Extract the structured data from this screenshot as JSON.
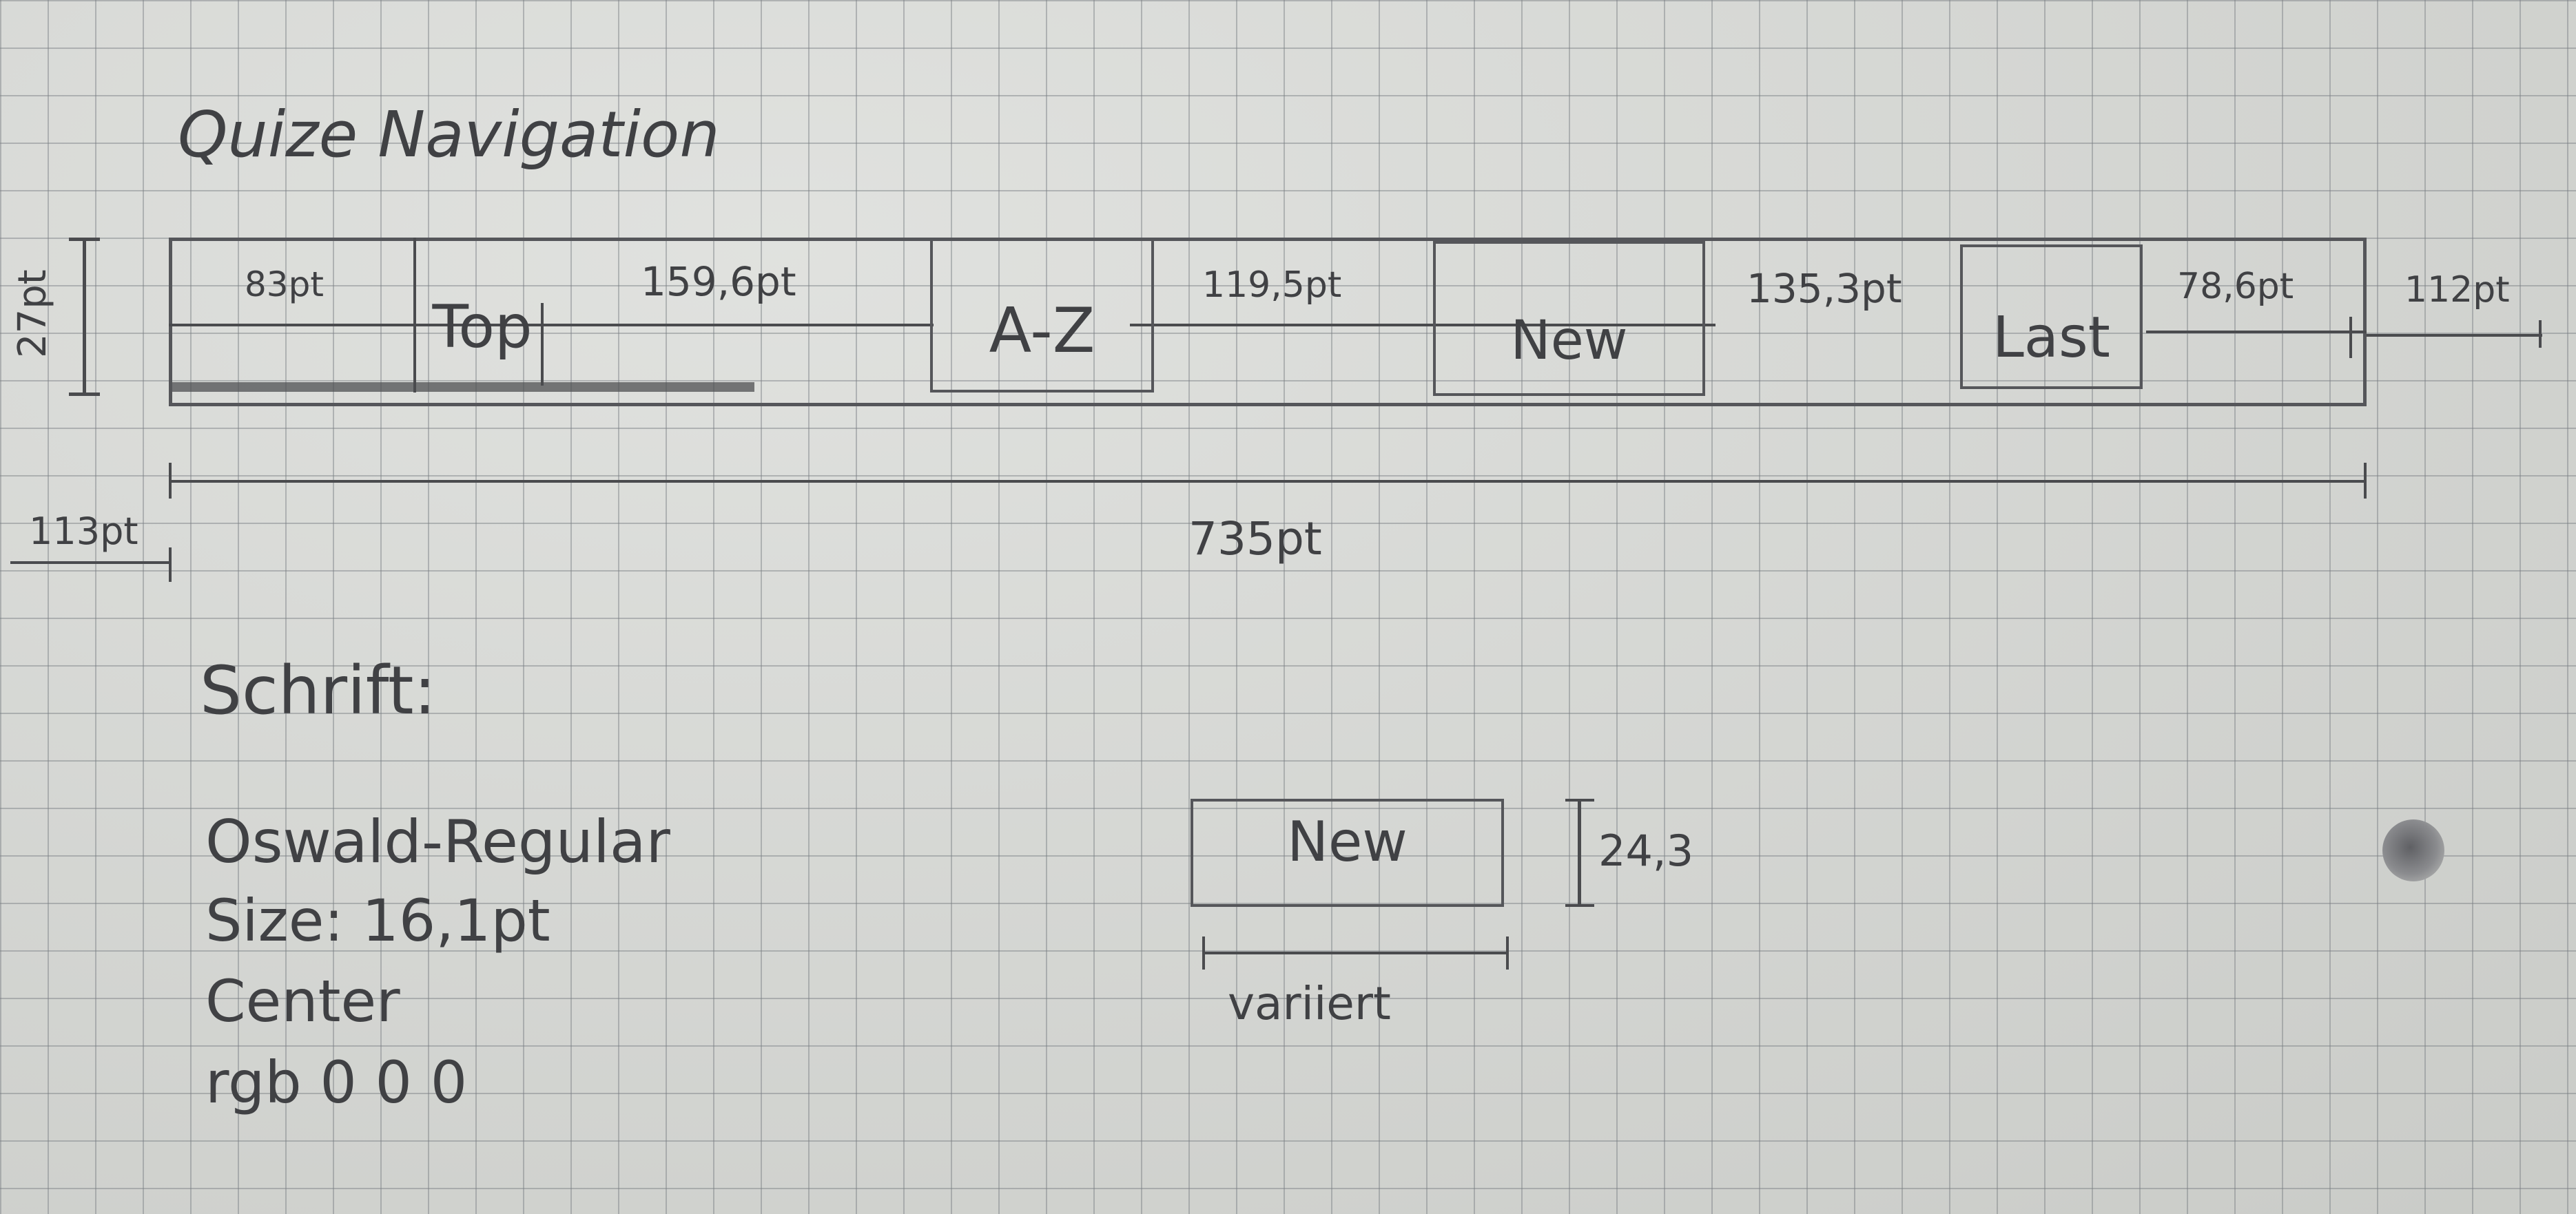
{
  "title": "Quize Navigation",
  "nav": {
    "height_label": "27pt",
    "segments": {
      "gap1": "83pt",
      "top": "Top",
      "gap2": "159,6pt",
      "az": "A-Z",
      "gap3": "119,5pt",
      "new": "New",
      "gap4": "135,3pt",
      "last": "Last",
      "gap5": "78,6pt",
      "right_margin": "112pt"
    },
    "left_margin": "113pt",
    "total_width": "735pt"
  },
  "font_section": {
    "heading": "Schrift:",
    "font_name": "Oswald-Regular",
    "size": "Size: 16,1pt",
    "align": "Center",
    "color": "rgb 0 0 0"
  },
  "button_example": {
    "label": "New",
    "height_label": "24,3",
    "width_label": "variiert"
  }
}
